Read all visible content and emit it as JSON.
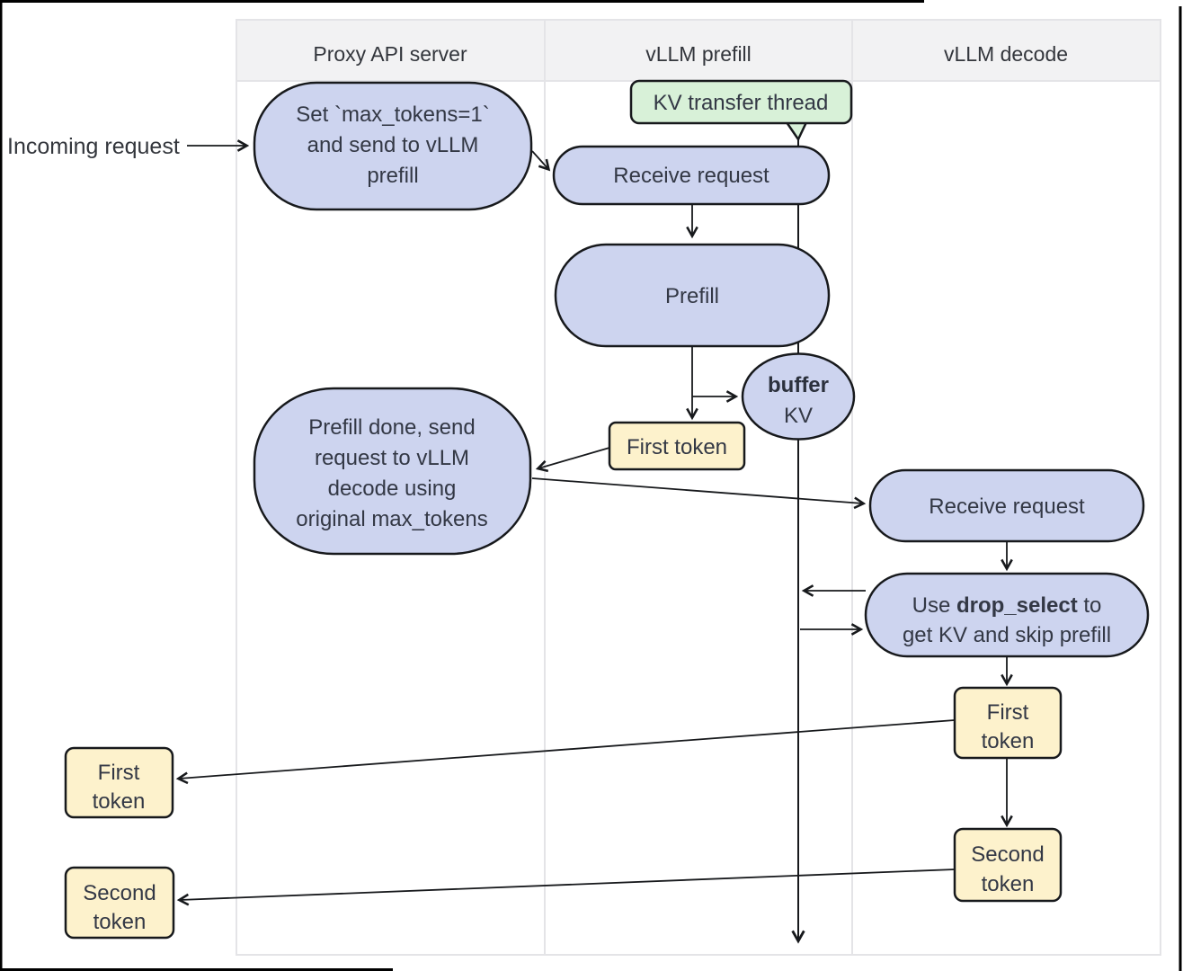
{
  "lanes": {
    "proxy": "Proxy API server",
    "prefill": "vLLM prefill",
    "decode": "vLLM decode"
  },
  "labels": {
    "incoming": "Incoming request"
  },
  "nodes": {
    "set_max_tokens": {
      "line1": "Set `max_tokens=1`",
      "line2": "and send to vLLM",
      "line3": "prefill"
    },
    "kv_thread": {
      "label": "KV transfer thread"
    },
    "receive_prefill": {
      "label": "Receive request"
    },
    "prefill": {
      "label": "Prefill"
    },
    "buffer_kv": {
      "word_bold": "buffer",
      "word": "KV"
    },
    "first_token_prefill": {
      "label": "First token"
    },
    "prefill_done": {
      "line1": "Prefill done, send",
      "line2": "request to vLLM",
      "line3": "decode using",
      "line4": "original max_tokens"
    },
    "receive_decode": {
      "label": "Receive request"
    },
    "drop_select": {
      "l1a": "Use ",
      "l1b": "drop_select",
      "l1c": " to",
      "line2": "get KV and skip prefill"
    },
    "first_token_decode": {
      "line1": "First",
      "line2": "token"
    },
    "second_token_decode": {
      "line1": "Second",
      "line2": "token"
    },
    "first_token_out": {
      "line1": "First",
      "line2": "token"
    },
    "second_token_out": {
      "line1": "Second",
      "line2": "token"
    }
  },
  "colors": {
    "process_fill": "#cdd4ef",
    "token_fill": "#fdf2cc",
    "callout_fill": "#d8f1d8",
    "header_fill": "#f2f2f3",
    "lane_border": "#e4e4e7",
    "stroke": "#17191c",
    "text": "#333845"
  }
}
